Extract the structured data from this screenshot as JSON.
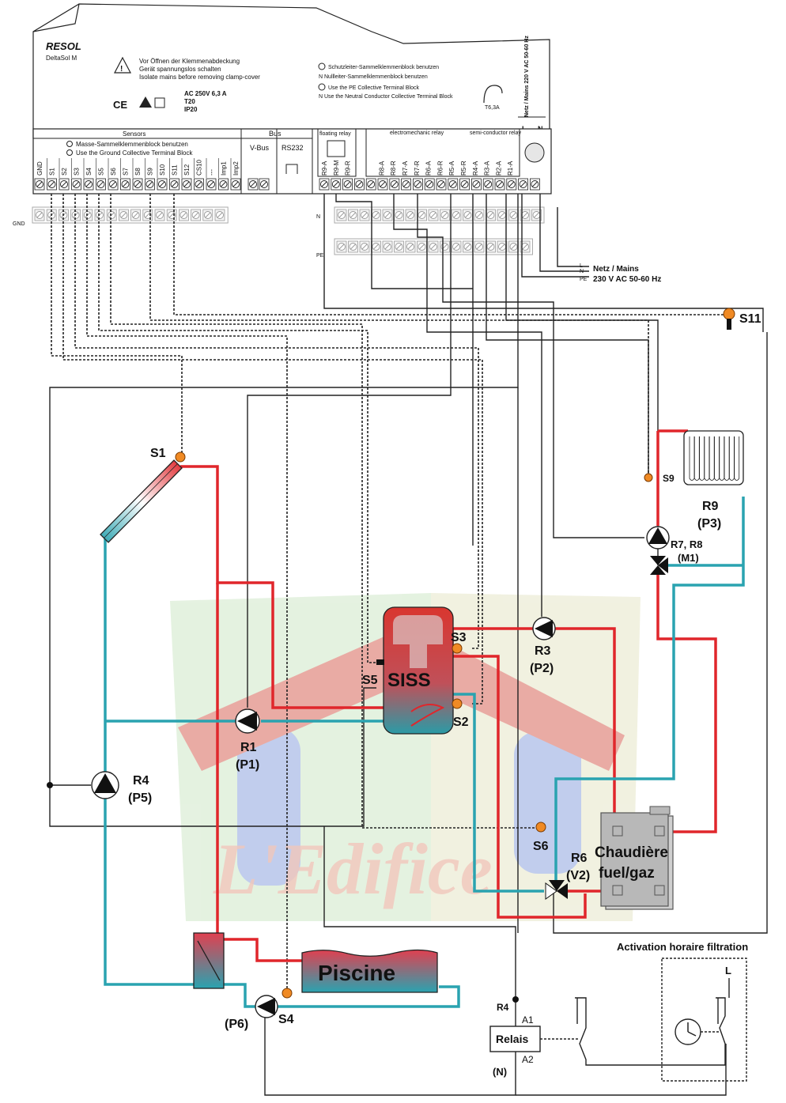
{
  "controller": {
    "brand": "RESOL",
    "model": "DeltaSol M",
    "warning_lines": [
      "Vor Öffnen der Klemmenabdeckung",
      "Gerät spannungslos schalten",
      "Isolate mains before removing clamp-cover"
    ],
    "rating": "AC 250V 6,3 A",
    "rating2": "T20",
    "ip": "IP20",
    "notes": [
      "Schutzleiter-Sammelklemmenblock benutzen",
      "N  Nullleiter-Sammelklemmenblock benutzen",
      "Use the PE Collective Terminal Block",
      "N  Use the Neutral Conductor Collective Terminal Block"
    ],
    "mains_box": "Netz / Mains 220 V AC 50-60 Hz",
    "fuse": "T6,3A",
    "sensors_header": "Sensors",
    "sensors_note1": "Masse-Sammelklemmenblock benutzen",
    "sensors_note2": "Use the Ground Collective Terminal Block",
    "bus_header": "Bus",
    "vbus": "V-Bus",
    "rs232": "RS232",
    "floating_relay": "floating relay",
    "electromechanic_relay": "electromechanic relay",
    "semiconductor_relay": "semi-conductor relay",
    "L": "L",
    "N": "N",
    "sensor_terminals": [
      "GND",
      "S1",
      "S2",
      "S3",
      "S4",
      "S5",
      "S6",
      "S7",
      "S8",
      "S9",
      "S10",
      "S11",
      "S12",
      "CS10",
      "---",
      "Imp1",
      "Imp2"
    ],
    "relay_terminals": [
      "R9-A",
      "R9-M",
      "R9-R",
      "R8-A",
      "R8-R",
      "R7-A",
      "R7-R",
      "R6-A",
      "R6-R",
      "R5-A",
      "R5-R",
      "R4-A",
      "R3-A",
      "R2-A",
      "R1-A"
    ],
    "gnd_label": "GND",
    "n_label": "N",
    "pe_label": "PE"
  },
  "mains": {
    "line1": "Netz / Mains",
    "line2": "230 V AC 50-60 Hz",
    "L": "L",
    "N": "N",
    "PE": "PE"
  },
  "components": {
    "s1": "S1",
    "s2": "S2",
    "s3": "S3",
    "s4": "S4",
    "s5": "S5",
    "s6": "S6",
    "s9": "S9",
    "s11": "S11",
    "tank": "SISS",
    "r1": "R1",
    "p1": "(P1)",
    "r3": "R3",
    "p2": "(P2)",
    "r4": "R4",
    "p5": "(P5)",
    "r6": "R6",
    "v2": "(V2)",
    "r9": "R9",
    "p3": "(P3)",
    "r78": "R7, R8",
    "m1": "(M1)",
    "boiler1": "Chaudière",
    "boiler2": "fuel/gaz",
    "pool": "Piscine",
    "p6": "(P6)",
    "relay": "Relais",
    "relay_r4": "R4",
    "a1": "A1",
    "a2": "A2",
    "relay_n": "(N)",
    "timer_title": "Activation horaire filtration",
    "timer_L": "L"
  },
  "watermark": "L'Edifice",
  "colors": {
    "hot": "#e0262b",
    "cold": "#2aa3b0",
    "sensor": "#f08a24"
  }
}
